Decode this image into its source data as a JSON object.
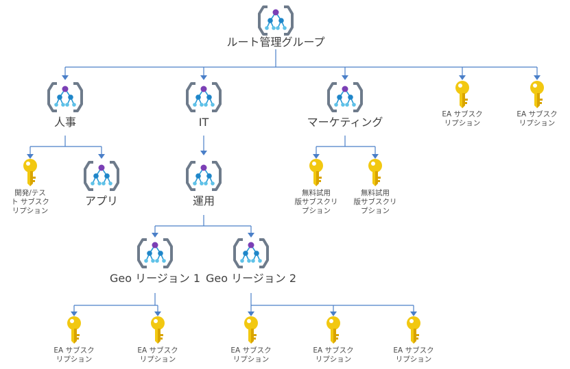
{
  "colors": {
    "connector": "#4a7fc8",
    "mg_bracket": "#6e7b8b",
    "mg_top_node": "#7b3fb5",
    "mg_mid_node": "#1f86c9",
    "mg_leaf_node": "#5fc2e8",
    "key_fill": "#f2c811",
    "key_shade": "#d9a400"
  },
  "icons": {
    "management_group": "management-group-icon",
    "subscription": "subscription-key-icon"
  },
  "nodes": {
    "root": {
      "label": "ルート管理グループ"
    },
    "hr": {
      "label": "人事"
    },
    "it": {
      "label": "IT"
    },
    "marketing": {
      "label": "マーケティング"
    },
    "ea_top_1": {
      "line1": "EA サブスク",
      "line2": "リプション"
    },
    "ea_top_2": {
      "line1": "EA サブスク",
      "line2": "リプション"
    },
    "devtest": {
      "line1": "開発/テス",
      "line2": "ト サブスク",
      "line3": "リプション"
    },
    "apps": {
      "label": "アプリ"
    },
    "ops": {
      "label": "運用"
    },
    "trial_1": {
      "line1": "無料試用",
      "line2": "版サブスクリ",
      "line3": "プション"
    },
    "trial_2": {
      "line1": "無料試用",
      "line2": "版サブスクリ",
      "line3": "プション"
    },
    "geo1": {
      "label": "Geo リージョン 1"
    },
    "geo2": {
      "label": "Geo リージョン 2"
    },
    "geo1_ea_1": {
      "line1": "EA サブスク",
      "line2": "リプション"
    },
    "geo1_ea_2": {
      "line1": "EA サブスク",
      "line2": "リプション"
    },
    "geo2_ea_1": {
      "line1": "EA サブスク",
      "line2": "リプション"
    },
    "geo2_ea_2": {
      "line1": "EA サブスク",
      "line2": "リプション"
    },
    "geo2_ea_3": {
      "line1": "EA サブスク",
      "line2": "リプション"
    }
  }
}
